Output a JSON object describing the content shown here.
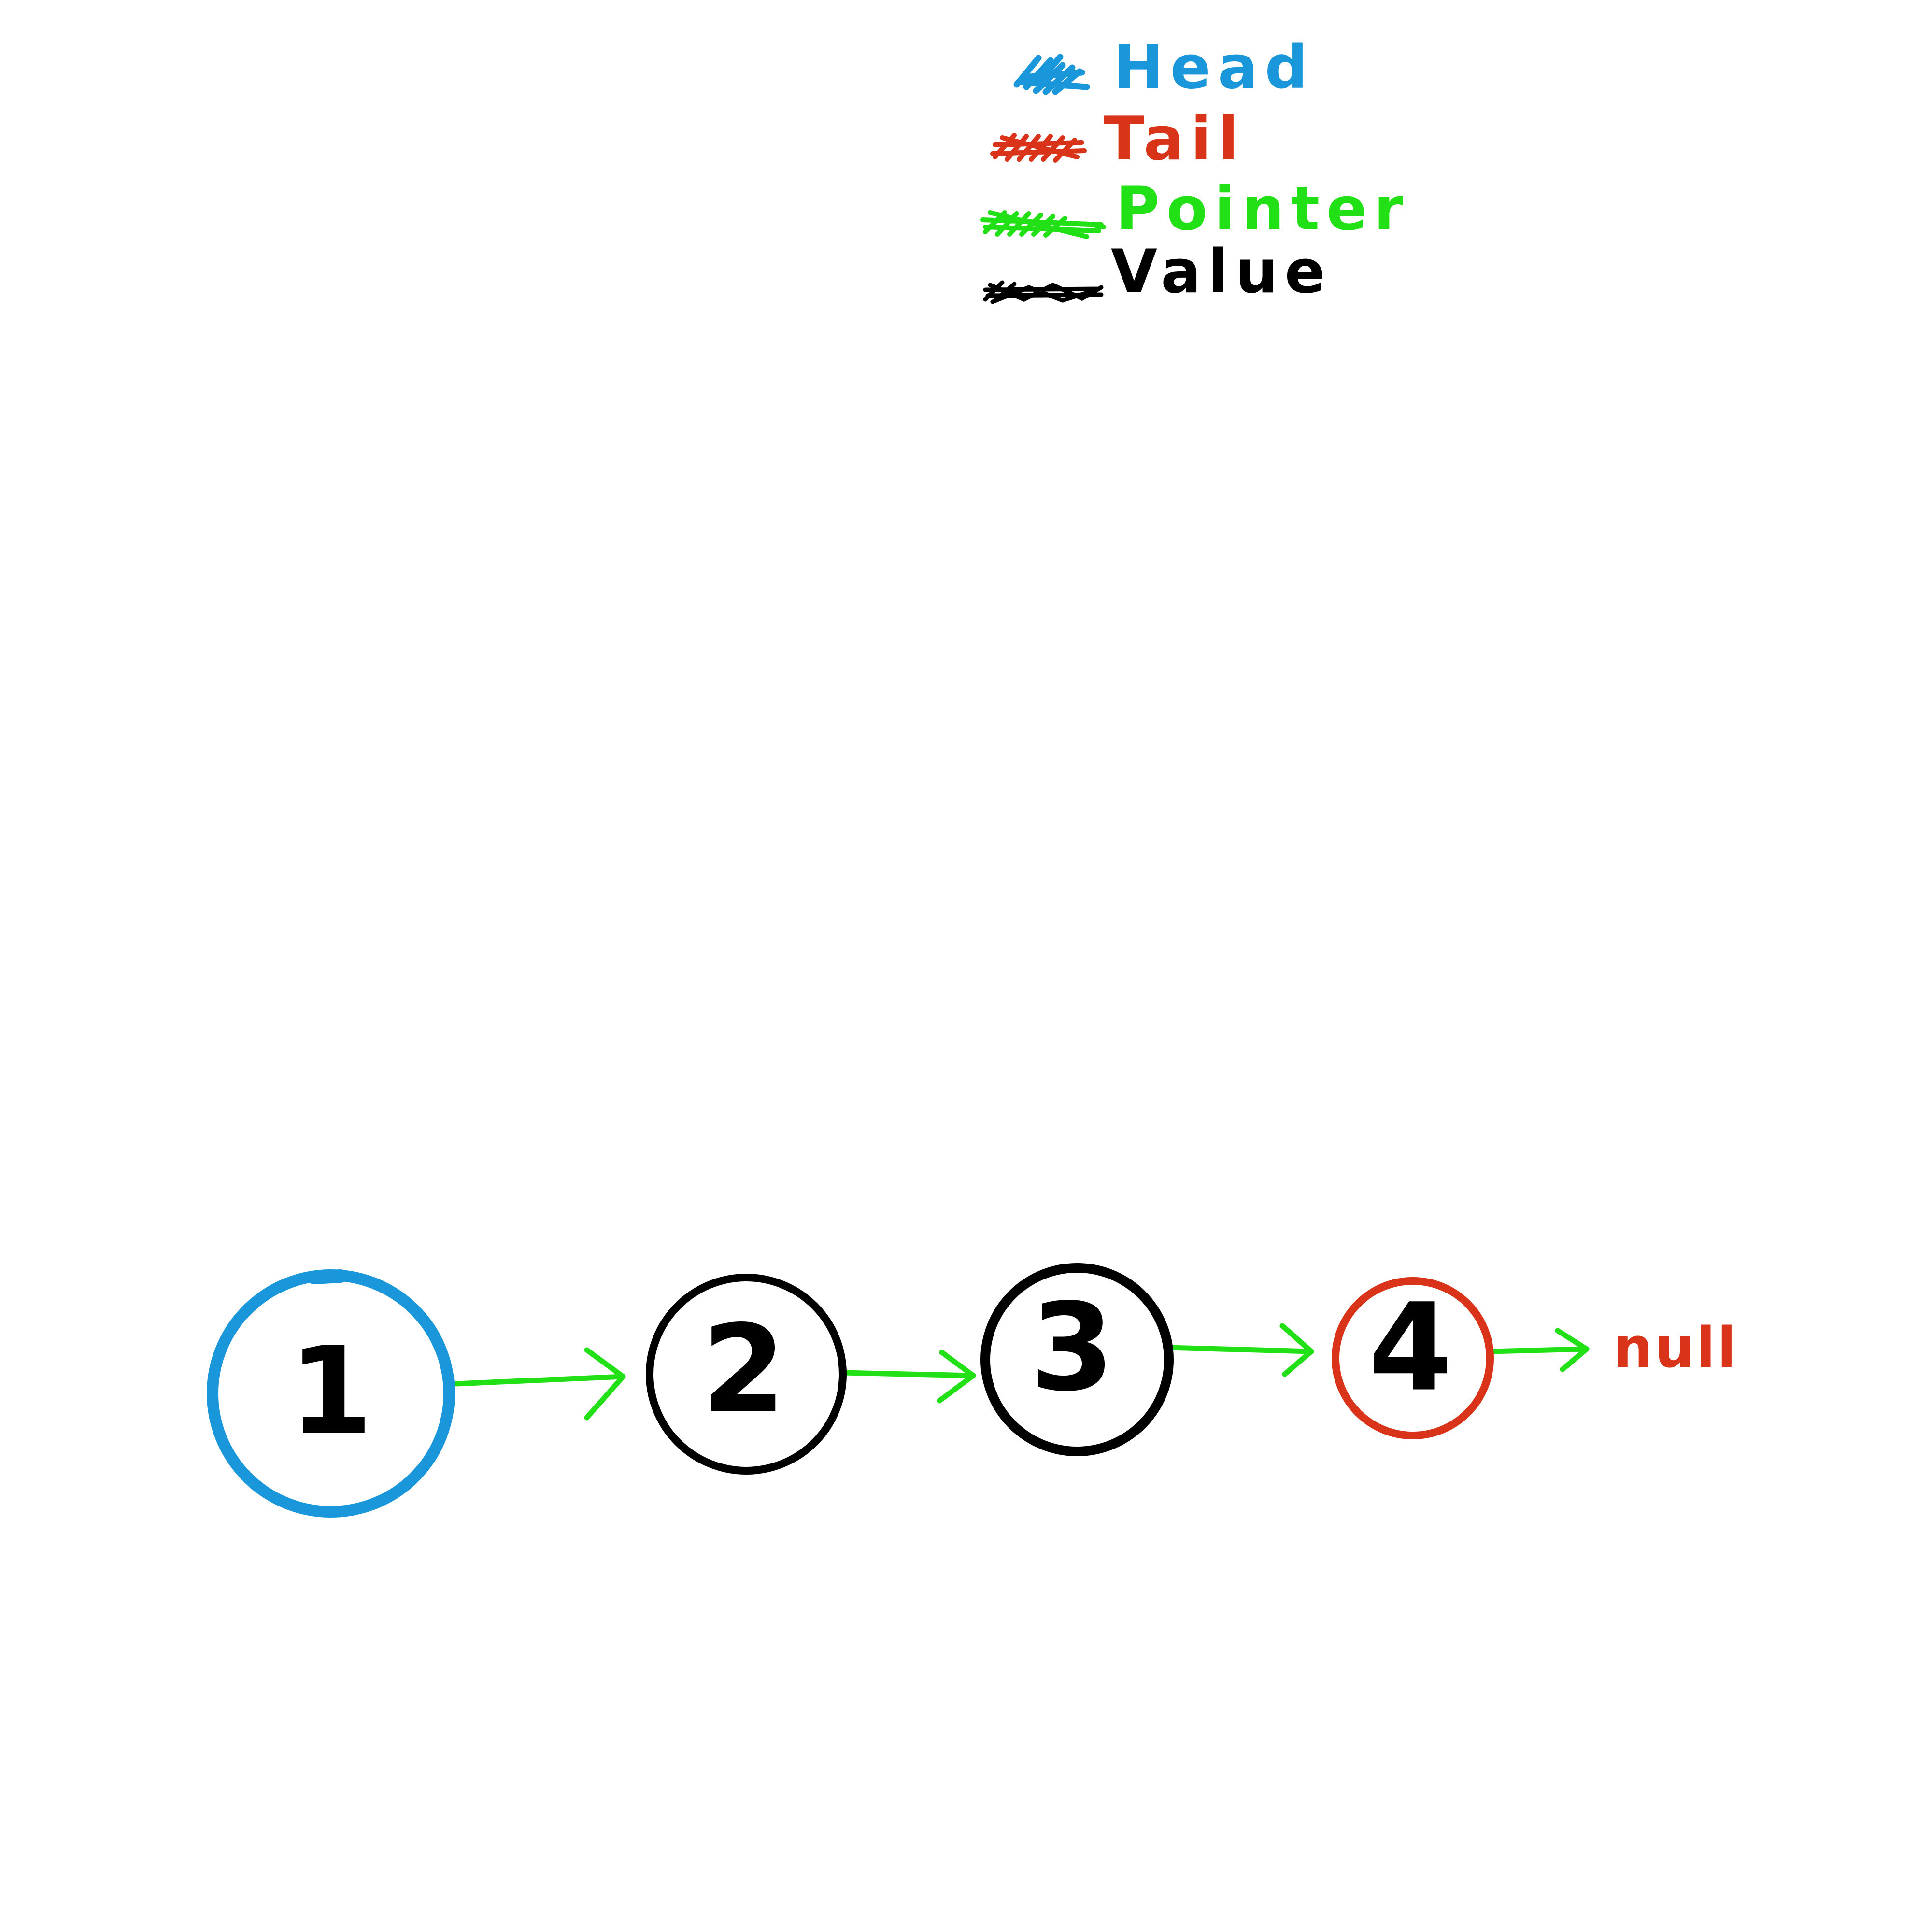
{
  "colors": {
    "head": "#1a97db",
    "tail": "#d9341a",
    "pointer": "#22e016",
    "value": "#000000",
    "background": "#ffffff"
  },
  "legend": [
    {
      "label": "Head",
      "color_key": "head"
    },
    {
      "label": "Tail",
      "color_key": "tail"
    },
    {
      "label": "Pointer",
      "color_key": "pointer"
    },
    {
      "label": "Value",
      "color_key": "value"
    }
  ],
  "nodes": [
    {
      "value": "1",
      "role": "head"
    },
    {
      "value": "2",
      "role": "value"
    },
    {
      "value": "3",
      "role": "value"
    },
    {
      "value": "4",
      "role": "tail"
    }
  ],
  "terminator": {
    "label": "null",
    "color_key": "tail"
  }
}
